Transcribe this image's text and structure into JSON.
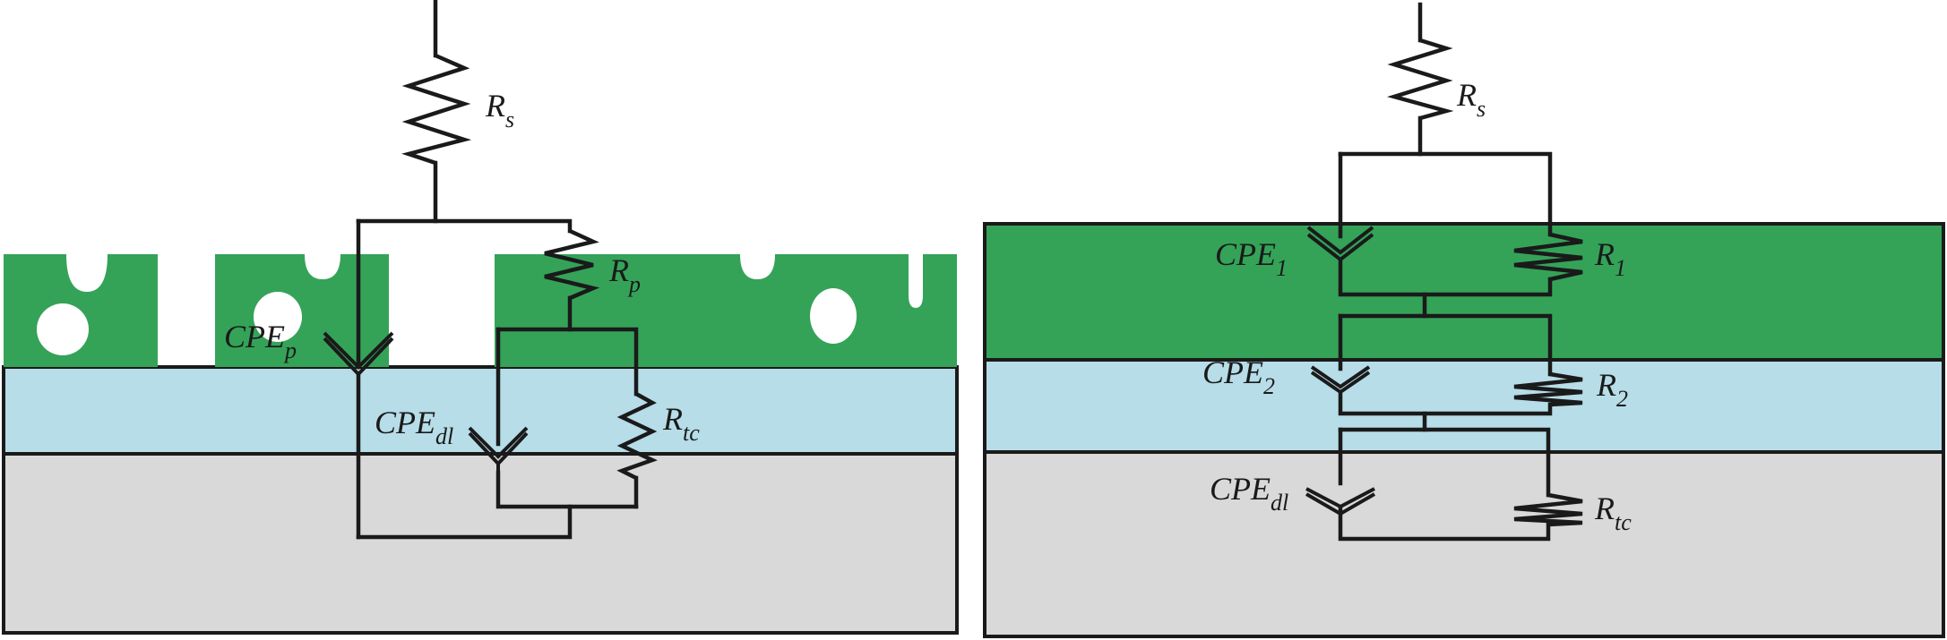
{
  "colors": {
    "coating": "#34a358",
    "interlayer": "#b6dde8",
    "substrate": "#d9d9d9",
    "pore": "#ffffff",
    "wire": "#1a1a1a"
  },
  "left_circuit": {
    "rs": {
      "main": "R",
      "sub": "s"
    },
    "rp": {
      "main": "R",
      "sub": "p"
    },
    "cpep": {
      "main": "CPE",
      "sub": "p"
    },
    "cpedl": {
      "main": "CPE",
      "sub": "dl"
    },
    "rtc": {
      "main": "R",
      "sub": "tc"
    }
  },
  "right_circuit": {
    "rs": {
      "main": "R",
      "sub": "s"
    },
    "cpe1": {
      "main": "CPE",
      "sub": "1"
    },
    "r1": {
      "main": "R",
      "sub": "1"
    },
    "cpe2": {
      "main": "CPE",
      "sub": "2"
    },
    "r2": {
      "main": "R",
      "sub": "2"
    },
    "cpedl": {
      "main": "CPE",
      "sub": "dl"
    },
    "rtc": {
      "main": "R",
      "sub": "tc"
    }
  }
}
